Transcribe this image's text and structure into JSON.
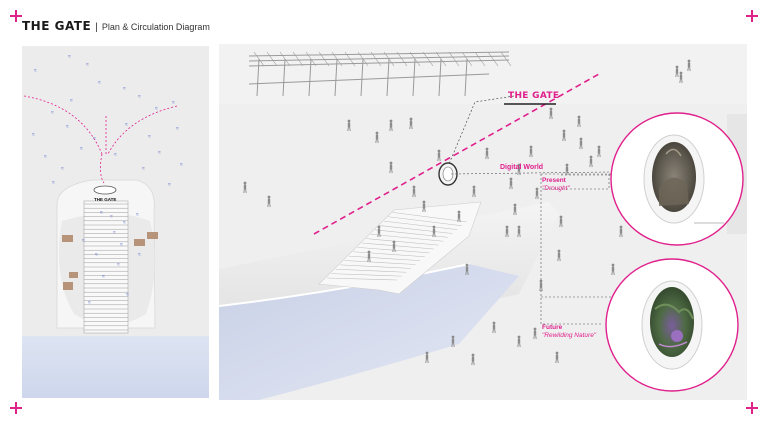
{
  "header": {
    "title": "THE GATE",
    "separator": "|",
    "subtitle": "Plan & Circulation Diagram"
  },
  "plan": {
    "gate_label": "THE GATE"
  },
  "perspective": {
    "gate_label": "THE GATE",
    "digital_world": "Digital World",
    "present": {
      "title": "Present",
      "caption": "\"Drought\""
    },
    "future": {
      "title": "Future",
      "caption": "\"Rewilding Nature\""
    }
  },
  "colors": {
    "accent": "#e0208c",
    "figure_blue": "#4a5fc8",
    "water": "#d7dff0",
    "ground": "#ececec"
  }
}
